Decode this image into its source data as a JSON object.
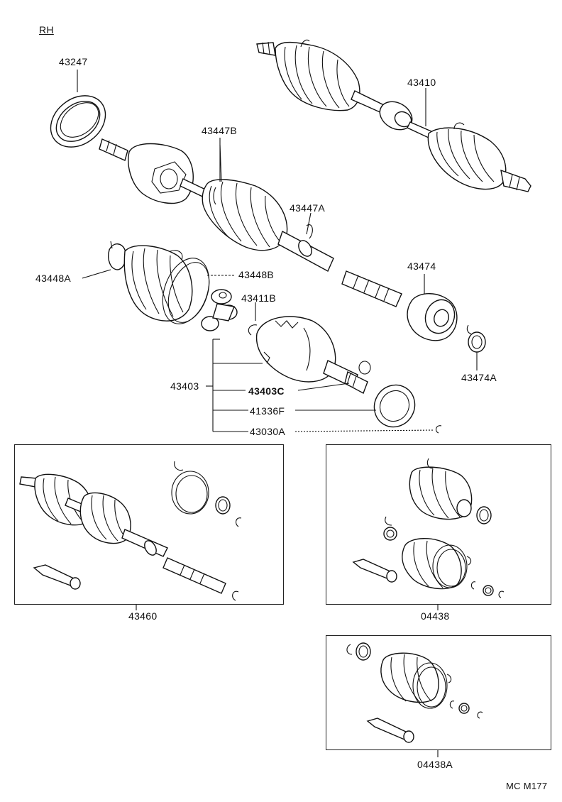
{
  "header": {
    "side": "RH"
  },
  "footer": {
    "code": "MC M177"
  },
  "parts": {
    "p43247": "43247",
    "p43410": "43410",
    "p43447B": "43447B",
    "p43447A": "43447A",
    "p43448A": "43448A",
    "p43448B": "43448B",
    "p43411B": "43411B",
    "p43474": "43474",
    "p43474A": "43474A",
    "p43403": "43403",
    "p43403C": "43403C",
    "p41336F": "41336F",
    "p43030A": "43030A"
  },
  "kits": {
    "k43460": "43460",
    "k04438": "04438",
    "k04438A": "04438A"
  }
}
